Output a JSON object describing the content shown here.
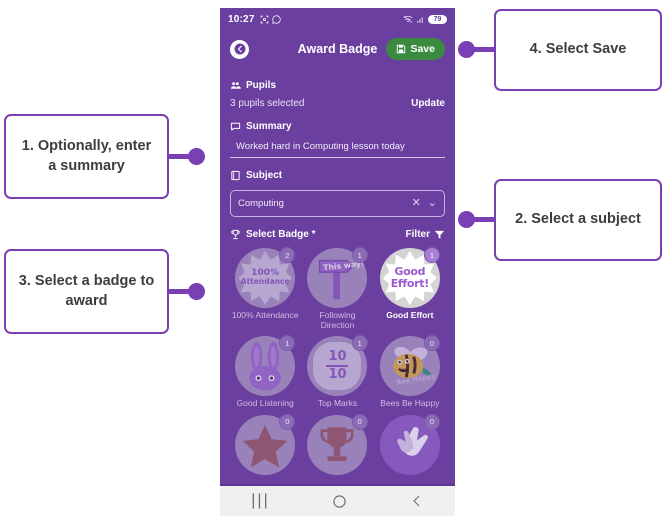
{
  "phone": {
    "status_bar": {
      "clock": "10:27",
      "left_icons": [
        "screenshot-icon",
        "whatsapp-icon"
      ],
      "right_icons": [
        "wifi-off-icon",
        "signal-icon"
      ],
      "battery": "79"
    },
    "app_bar": {
      "back_icon": "back-arrow-icon",
      "title": "Award Badge",
      "save_label": "Save",
      "save_icon": "floppy-save-icon",
      "save_color": "#3a8a3f"
    },
    "form": {
      "pupils": {
        "icon": "people-icon",
        "heading": "Pupils",
        "value": "3 pupils selected",
        "action_label": "Update"
      },
      "summary": {
        "icon": "speech-bubble-icon",
        "heading": "Summary",
        "value": "Worked hard in Computing lesson today",
        "placeholder": "Summary"
      },
      "subject": {
        "icon": "book-icon",
        "heading": "Subject",
        "value": "Computing",
        "clear_icon": "close-x-icon",
        "dropdown_icon": "chevron-down-icon"
      },
      "select_badge": {
        "icon": "trophy-icon",
        "heading": "Select Badge *",
        "filter_label": "Filter",
        "filter_icon": "funnel-icon"
      }
    },
    "badges": [
      {
        "label": "100% Attendance",
        "count": "2",
        "selected": false,
        "art": "attendance",
        "art_text": "100% Attendance"
      },
      {
        "label": "Following Direction",
        "count": "1",
        "selected": false,
        "art": "signpost",
        "art_text": "This way!"
      },
      {
        "label": "Good Effort",
        "count": "1",
        "selected": true,
        "art": "goodeffort",
        "art_text": "Good Effort!"
      },
      {
        "label": "Good Listening",
        "count": "1",
        "selected": false,
        "art": "rabbit",
        "art_text": ""
      },
      {
        "label": "Top Marks",
        "count": "1",
        "selected": false,
        "art": "tenout",
        "art_text": "10 10"
      },
      {
        "label": "Bees Be Happy",
        "count": "0",
        "selected": false,
        "art": "bee",
        "art_text": "Bee Happy"
      },
      {
        "label": "",
        "count": "0",
        "selected": false,
        "art": "star",
        "art_text": ""
      },
      {
        "label": "",
        "count": "0",
        "selected": false,
        "art": "trophy",
        "art_text": ""
      },
      {
        "label": "",
        "count": "0",
        "selected": false,
        "art": "hands",
        "art_text": ""
      }
    ],
    "nav_bar": {
      "recents_icon": "recents-icon",
      "home_icon": "home-circle-icon",
      "back_icon": "back-chevron-icon"
    }
  },
  "callouts": [
    {
      "id": "callout-1",
      "text": "1. Optionally, enter a summary",
      "side": "left"
    },
    {
      "id": "callout-2",
      "text": "2. Select a subject",
      "side": "right"
    },
    {
      "id": "callout-3",
      "text": "3. Select a badge to award",
      "side": "left"
    },
    {
      "id": "callout-4",
      "text": "4. Select Save",
      "side": "right"
    }
  ],
  "theme": {
    "phone_purple": "#6b3fa0",
    "accent_purple": "#7b3fb5",
    "save_green": "#3a8a3f"
  }
}
